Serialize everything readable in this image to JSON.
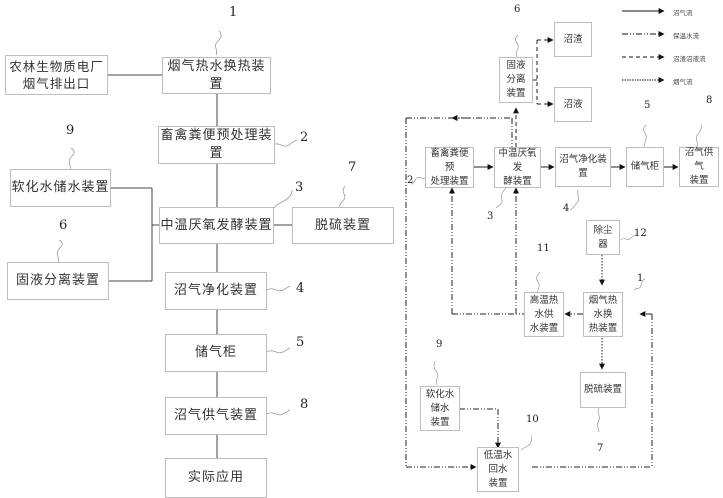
{
  "left_diagram": {
    "boxes": {
      "flue_exit": "农林生物质电厂\n烟气排出口",
      "heat_exchanger": "烟气热水换热装置",
      "pretreatment": "畜禽粪便预处理装置",
      "softened_water": "软化水储水装置",
      "fermentation": "中温厌氧发酵装置",
      "desulfurization": "脱硫装置",
      "solid_liquid": "固液分离装置",
      "purification": "沼气净化装置",
      "gas_holder": "储气柜",
      "gas_supply": "沼气供气装置",
      "application": "实际应用"
    },
    "labels": {
      "heat_exchanger": "1",
      "pretreatment": "2",
      "fermentation": "3",
      "purification": "4",
      "gas_holder": "5",
      "solid_liquid": "6",
      "desulfurization": "7",
      "gas_supply": "8",
      "softened_water": "9"
    }
  },
  "right_diagram": {
    "boxes": {
      "solid_liquid": "固液分离\n装置",
      "residue": "沼渣",
      "slurry": "沼液",
      "pretreatment": "畜禽粪便预\n处理装置",
      "fermentation": "中温厌氧发\n酵装置",
      "purification": "沼气净化装置",
      "gas_holder": "储气柜",
      "gas_supply": "沼气供气\n装置",
      "dust_remover": "除尘器",
      "hot_water_supply": "高温热水供\n水装置",
      "heat_exchanger": "烟气热水换\n热装置",
      "desulfurization": "脱硫装置",
      "softened_water": "软化水储水\n装置",
      "low_temp_return": "低温水回水\n装置"
    },
    "labels": {
      "heat_exchanger": "1",
      "pretreatment": "2",
      "fermentation": "3",
      "purification": "4",
      "gas_holder": "5",
      "solid_liquid": "6",
      "desulfurization": "7",
      "gas_supply": "8",
      "softened_water": "9",
      "low_temp_return": "10",
      "hot_water_supply": "11",
      "dust_remover": "12"
    }
  },
  "legend": [
    {
      "style": "solid",
      "label": "沼气流"
    },
    {
      "style": "dash-dot-dot",
      "label": "保温水流"
    },
    {
      "style": "dashed",
      "label": "沼渣沼液流"
    },
    {
      "style": "dotted",
      "label": "烟气流"
    }
  ]
}
